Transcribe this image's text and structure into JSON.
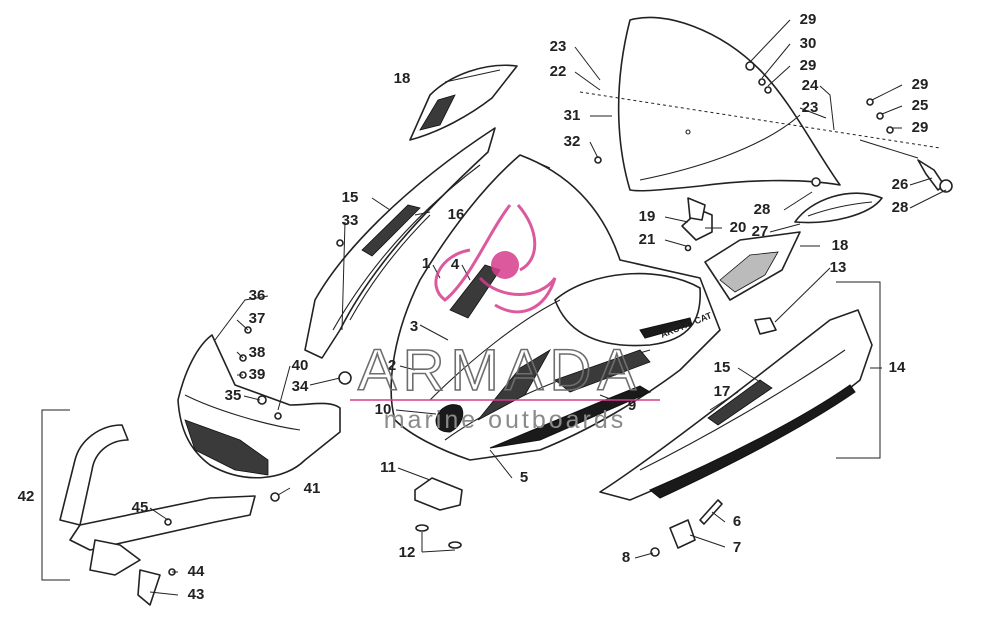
{
  "callouts": {
    "c1": "1",
    "c2": "2",
    "c3": "3",
    "c4": "4",
    "c5": "5",
    "c6": "6",
    "c7": "7",
    "c8": "8",
    "c9": "9",
    "c10": "10",
    "c11": "11",
    "c12": "12",
    "c13": "13",
    "c14": "14",
    "c15a": "15",
    "c15b": "15",
    "c16": "16",
    "c17": "17",
    "c18a": "18",
    "c18b": "18",
    "c19": "19",
    "c20": "20",
    "c21": "21",
    "c22": "22",
    "c23a": "23",
    "c23b": "23",
    "c24": "24",
    "c25": "25",
    "c26": "26",
    "c27": "27",
    "c28a": "28",
    "c28b": "28",
    "c29a": "29",
    "c29b": "29",
    "c29c": "29",
    "c29d": "29",
    "c30": "30",
    "c31": "31",
    "c32": "32",
    "c33": "33",
    "c34": "34",
    "c35": "35",
    "c36": "36",
    "c37": "37",
    "c38": "38",
    "c39": "39",
    "c40": "40",
    "c41": "41",
    "c42": "42",
    "c43": "43",
    "c44": "44",
    "c45": "45"
  },
  "hood_brand": "ARCTIC CAT",
  "watermark": {
    "title": "ARMADA",
    "subtitle": "marine outboards",
    "accent_color": "#d63c8c"
  }
}
